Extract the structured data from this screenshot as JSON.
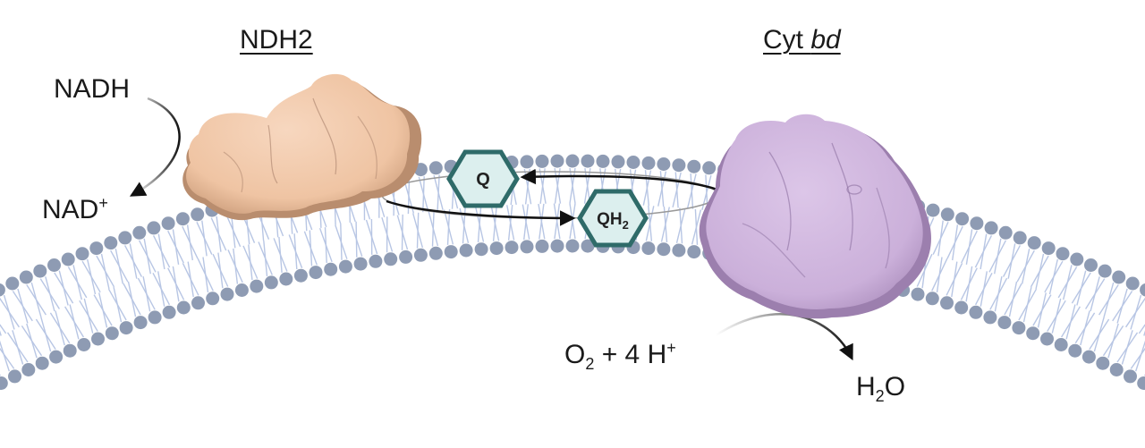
{
  "labels": {
    "ndh2_title": "NDH2",
    "cyt_prefix": "Cyt ",
    "cyt_italic": "bd",
    "nadh": "NADH",
    "nad_base": "NAD",
    "nad_sup": "+",
    "q": "Q",
    "qh_base": "QH",
    "qh_sub": "2",
    "o_base": "O",
    "o_sub": "2",
    "o_mid": " + 4 H",
    "o_sup": "+",
    "h_base": "H",
    "h_sub": "2",
    "h_end": "O"
  },
  "colors": {
    "lipid_head": "#8e9bb3",
    "lipid_tail": "#b8c6e4",
    "ndh2_protein": "#f2c8a8",
    "ndh2_shadow": "#b98d6e",
    "cyt_protein": "#cdb1dc",
    "cyt_shadow": "#9c7fae",
    "quinone_stroke": "#2f6b69",
    "quinone_fill": "#dcefee",
    "arrow": "#111111"
  }
}
